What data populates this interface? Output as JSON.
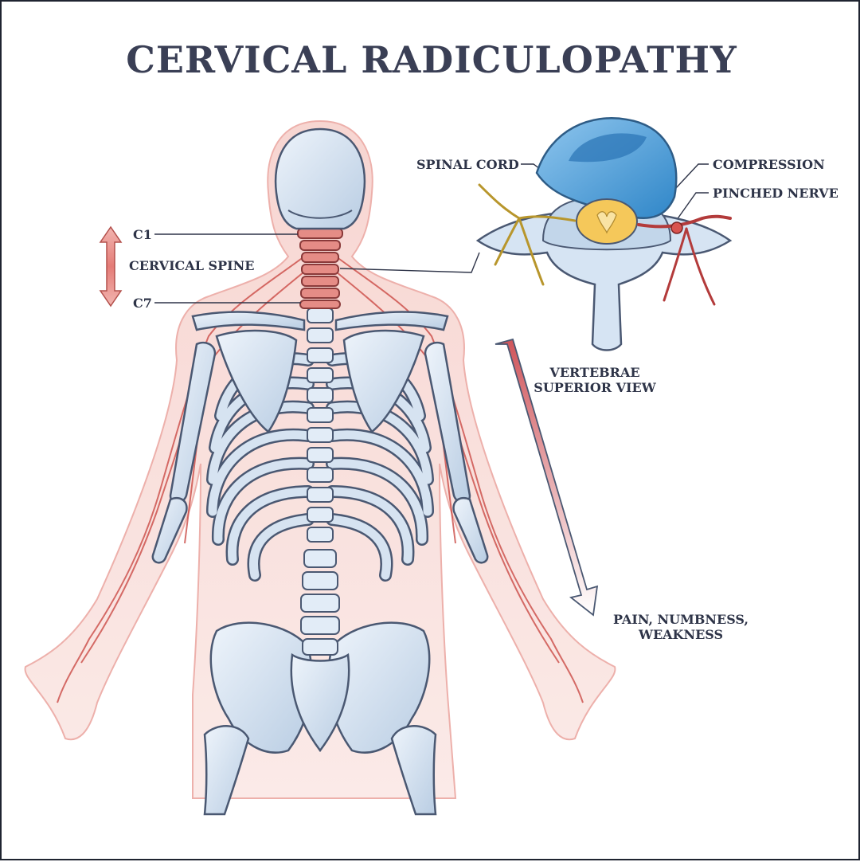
{
  "title": "CERVICAL RADICULOPATHY",
  "labels": {
    "c1": "C1",
    "c7": "C7",
    "cervical_spine": "CERVICAL SPINE",
    "spinal_cord": "SPINAL CORD",
    "compression": "COMPRESSION",
    "pinched_nerve": "PINCHED NERVE",
    "vertebrae_line1": "VERTEBRAE",
    "vertebrae_line2": "SUPERIOR VIEW",
    "symptoms_line1": "PAIN, NUMBNESS,",
    "symptoms_line2": "WEAKNESS"
  },
  "colors": {
    "bone_fill": "#d3e1f0",
    "bone_stroke": "#4a5872",
    "skin_fill": "#f8d9d5",
    "skin_stroke": "#e9a09a",
    "nerve": "#c8413c",
    "cervical": "#e58c86",
    "disc_blue": "#5ba7de",
    "cord_yellow": "#f5c85a",
    "text": "#2e3448"
  }
}
